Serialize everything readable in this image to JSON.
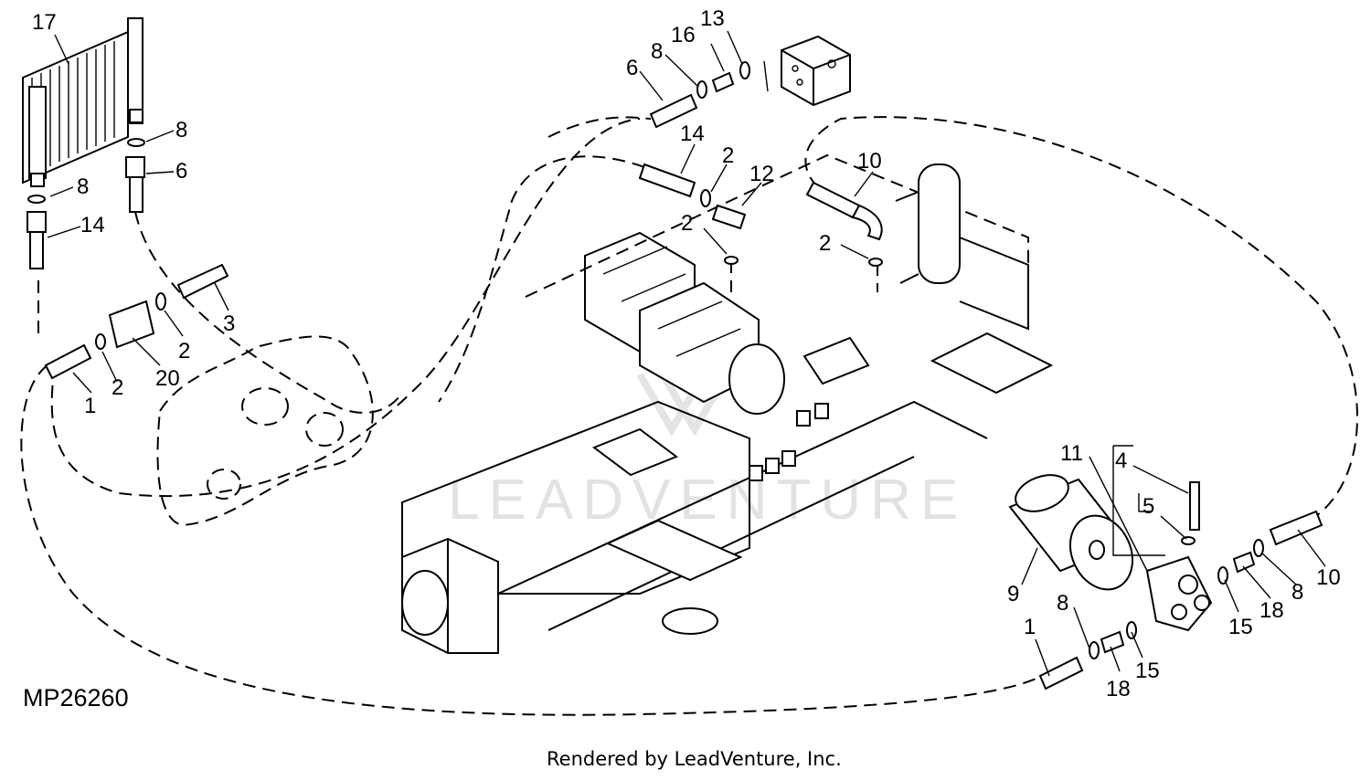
{
  "diagram": {
    "reference_code": "MP26260",
    "footer": "Rendered by LeadVenture, Inc.",
    "watermark": "LEADVENTURE",
    "callouts": [
      "17",
      "8",
      "6",
      "8",
      "14",
      "3",
      "2",
      "20",
      "2",
      "1",
      "6",
      "8",
      "16",
      "13",
      "14",
      "2",
      "12",
      "2",
      "10",
      "2",
      "11",
      "4",
      "5",
      "9",
      "8",
      "1",
      "18",
      "15",
      "15",
      "18",
      "8",
      "10"
    ]
  }
}
